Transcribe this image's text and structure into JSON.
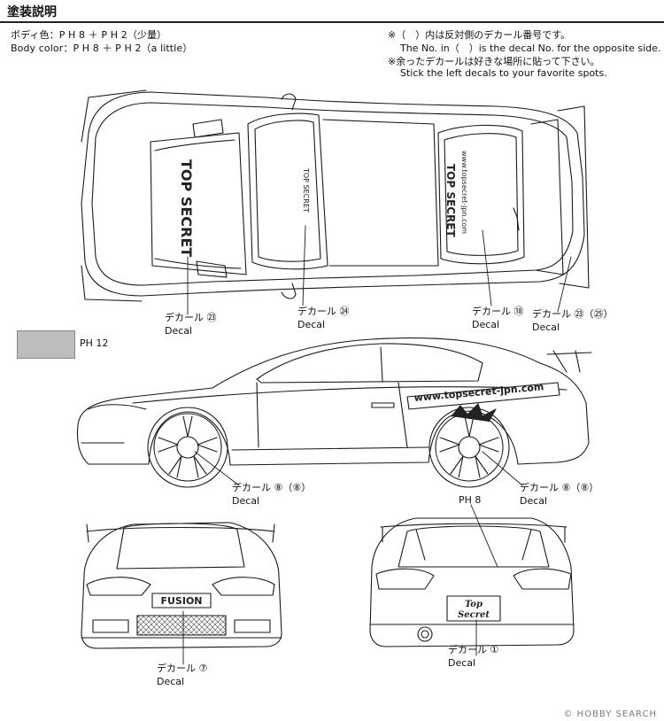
{
  "header": {
    "title": "塗装説明"
  },
  "body_color": {
    "jp_line": "ボディ色：P H 8 ＋ P H 2（少量）",
    "en_line": "Body color：P H 8 ＋ P H 2（a little）"
  },
  "notes": {
    "line1": "※（　）内は反対側のデカール番号です。",
    "line2": "The No. in（　）is the decal No. for the opposite side.",
    "line3": "※余ったデカールは好きな場所に貼って下さい。",
    "line4": "Stick the left decals to your favorite spots."
  },
  "swatch": {
    "label": "PH 12",
    "color": "#bdbdbd"
  },
  "callouts": {
    "top_hood": {
      "jp": "デカール ㉓",
      "en": "Decal"
    },
    "top_roof": {
      "jp": "デカール ㉔",
      "en": "Decal"
    },
    "top_window": {
      "jp": "デカール ⑱",
      "en": "Decal"
    },
    "top_wing": {
      "jp": "デカール ㉓（㉕）",
      "en": "Decal"
    },
    "side_front": {
      "jp": "デカール ⑧（⑧）",
      "en": "Decal"
    },
    "side_rear": {
      "jp": "デカール ⑧（⑧）",
      "en": "Decal"
    },
    "rear_color": {
      "text": "PH 8"
    },
    "front_plate": {
      "jp": "デカール ⑦",
      "en": "Decal"
    },
    "rear_plate": {
      "jp": "デカール ①",
      "en": "Decal"
    }
  },
  "decal_text": {
    "hood": "TOP SECRET",
    "roof": "TOP SECRET",
    "rear_window_logo": "TOP SECRET",
    "rear_window_url": "www.topsecret-jpn.com",
    "side_url": "www.topsecret-jpn.com",
    "front_plate": "FUSION",
    "rear_plate_1": "Top",
    "rear_plate_2": "Secret"
  },
  "watermark": "© HOBBY SEARCH"
}
